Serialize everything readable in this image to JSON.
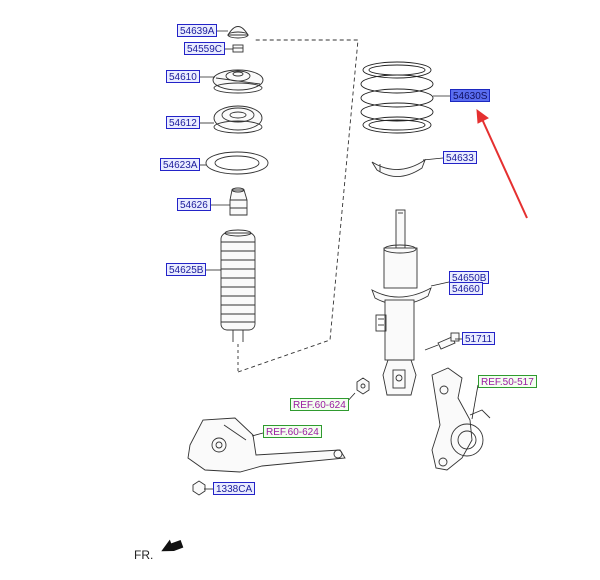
{
  "labels": {
    "p54639a": "54639A",
    "p54559c": "54559C",
    "p54610": "54610",
    "p54612": "54612",
    "p54623a": "54623A",
    "p54626": "54626",
    "p54625b": "54625B",
    "p54630s": "54630S",
    "p54633": "54633",
    "p54650b": "54650B",
    "p54660": "54660",
    "p51711": "51711",
    "ref50517": "REF.50-517",
    "ref60624a": "REF.60-624",
    "ref60624b": "REF.60-624",
    "p1338ca": "1338CA"
  },
  "orientation": "FR.",
  "colors": {
    "highlight": "#5a6df0",
    "label_border": "#2323c8",
    "ref_border": "#2f9a2f",
    "arrow": "#e53030",
    "line": "#333333"
  }
}
